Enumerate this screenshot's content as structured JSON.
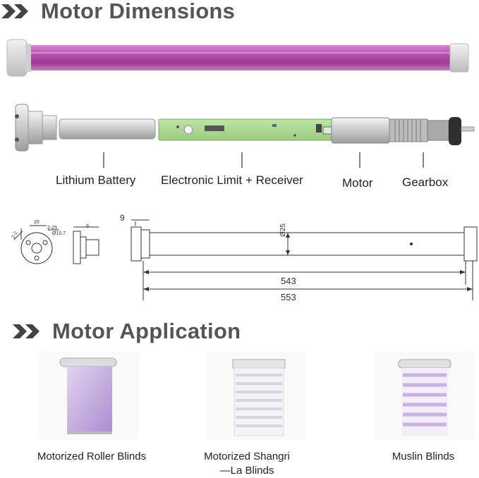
{
  "headings": {
    "dimensions": "Motor Dimensions",
    "application": "Motor Application"
  },
  "parts": {
    "battery": "Lithium Battery",
    "limit_receiver": "Electronic Limit + Receiver",
    "motor": "Motor",
    "gearbox": "Gearbox"
  },
  "dimensions": {
    "offset": "9",
    "diameter": "Ø25",
    "length_inner": "543",
    "length_outer": "553",
    "end_width": "20",
    "end_offset": "2-25",
    "end_small": "2-2",
    "end_hole": "Ø10.7",
    "cap_width": "9"
  },
  "applications": [
    {
      "caption_line1": "Motorized Roller Blinds",
      "caption_line2": ""
    },
    {
      "caption_line1": "Motorized Shangri",
      "caption_line2": "—La Blinds"
    },
    {
      "caption_line1": "Muslin Blinds",
      "caption_line2": ""
    }
  ],
  "colors": {
    "tube": "#b04aa6",
    "pcb": "#a9d98e",
    "heading": "#555555",
    "chevron": "#444444"
  }
}
